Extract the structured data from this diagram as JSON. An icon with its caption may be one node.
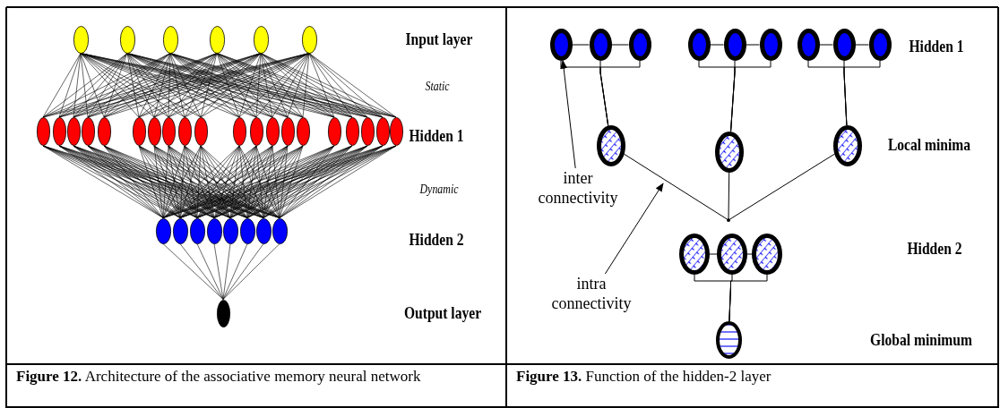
{
  "diagram": {
    "nodes": [
      {
        "text": [],
        "shape": "circle"
      },
      {
        "text": [],
        "shape": "circle"
      },
      {
        "text": [],
        "shape": "circle"
      },
      {
        "text": [],
        "shape": "circle"
      },
      {
        "text": [],
        "shape": "circle"
      },
      {
        "text": [],
        "shape": "circle"
      },
      {
        "text": [],
        "shape": "circle"
      },
      {
        "text": [],
        "shape": "circle"
      },
      {
        "text": [],
        "shape": "circle"
      },
      {
        "text": [],
        "shape": "circle"
      },
      {
        "text": [],
        "shape": "circle"
      },
      {
        "text": [],
        "shape": "circle"
      },
      {
        "text": [],
        "shape": "circle"
      },
      {
        "text": [],
        "shape": "circle"
      },
      {
        "text": [],
        "shape": "circle"
      },
      {
        "text": [],
        "shape": "circle"
      },
      {
        "text": [],
        "shape": "circle"
      },
      {
        "text": [],
        "shape": "circle"
      },
      {
        "text": [],
        "shape": "circle"
      },
      {
        "text": [],
        "shape": "circle"
      },
      {
        "text": [],
        "shape": "circle"
      },
      {
        "text": [],
        "shape": "circle"
      },
      {
        "text": [],
        "shape": "circle"
      },
      {
        "text": [],
        "shape": "circle"
      },
      {
        "text": [],
        "shape": "circle"
      },
      {
        "text": [],
        "shape": "circle"
      },
      {
        "text": [],
        "shape": "circle"
      },
      {
        "text": [],
        "shape": "circle"
      },
      {
        "text": [],
        "shape": "circle"
      },
      {
        "text": [],
        "shape": "circle"
      },
      {
        "text": [],
        "shape": "circle"
      },
      {
        "text": [],
        "shape": "circle"
      },
      {
        "text": [],
        "shape": "circle"
      },
      {
        "text": [],
        "shape": "circle"
      },
      {
        "text": [],
        "shape": "circle"
      },
      {
        "text": [],
        "shape": "circle"
      },
      {
        "text": [],
        "shape": "circle"
      },
      {
        "text": [],
        "shape": "circle"
      },
      {
        "text": [],
        "shape": "circle"
      },
      {
        "text": [],
        "shape": "circle"
      },
      {
        "text": [],
        "shape": "circle"
      },
      {
        "text": [],
        "shape": "circle"
      },
      {
        "text": [],
        "shape": "circle"
      },
      {
        "text": [],
        "shape": "circle"
      },
      {
        "text": [],
        "shape": "circle"
      },
      {
        "text": [],
        "shape": "circle"
      },
      {
        "text": [],
        "shape": "circle"
      },
      {
        "text": [],
        "shape": "point"
      },
      {
        "text": [
          "inter connectivity"
        ]
      },
      {
        "text": [],
        "shape": "circle"
      },
      {
        "text": [],
        "shape": "circle"
      },
      {
        "text": [],
        "shape": "circle"
      },
      {
        "text": [
          "intra connectivity"
        ]
      },
      {
        "text": [],
        "shape": "circle"
      }
    ],
    "edges": [
      {
        "from": 0,
        "to": 6,
        "arrow": "none"
      },
      {
        "from": 0,
        "to": 7,
        "arrow": "none"
      },
      {
        "from": 0,
        "to": 8,
        "arrow": "none"
      },
      {
        "from": 0,
        "to": 9,
        "arrow": "none"
      },
      {
        "from": 0,
        "to": 10,
        "arrow": "none"
      },
      {
        "from": 0,
        "to": 11,
        "arrow": "none"
      },
      {
        "from": 0,
        "to": 12,
        "arrow": "none"
      },
      {
        "from": 0,
        "to": 13,
        "arrow": "none"
      },
      {
        "from": 0,
        "to": 14,
        "arrow": "none"
      },
      {
        "from": 0,
        "to": 15,
        "arrow": "none"
      },
      {
        "from": 0,
        "to": 16,
        "arrow": "none"
      },
      {
        "from": 0,
        "to": 17,
        "arrow": "none"
      },
      {
        "from": 0,
        "to": 18,
        "arrow": "none"
      },
      {
        "from": 0,
        "to": 19,
        "arrow": "none"
      },
      {
        "from": 0,
        "to": 20,
        "arrow": "none"
      },
      {
        "from": 0,
        "to": 21,
        "arrow": "none"
      },
      {
        "from": 0,
        "to": 22,
        "arrow": "none"
      },
      {
        "from": 0,
        "to": 23,
        "arrow": "none"
      },
      {
        "from": 0,
        "to": 24,
        "arrow": "none"
      },
      {
        "from": 0,
        "to": 25,
        "arrow": "none"
      },
      {
        "from": 1,
        "to": 6,
        "arrow": "none"
      },
      {
        "from": 1,
        "to": 7,
        "arrow": "none"
      },
      {
        "from": 1,
        "to": 8,
        "arrow": "none"
      },
      {
        "from": 1,
        "to": 9,
        "arrow": "none"
      },
      {
        "from": 1,
        "to": 10,
        "arrow": "none"
      },
      {
        "from": 1,
        "to": 11,
        "arrow": "none"
      },
      {
        "from": 1,
        "to": 12,
        "arrow": "none"
      },
      {
        "from": 1,
        "to": 13,
        "arrow": "none"
      },
      {
        "from": 1,
        "to": 14,
        "arrow": "none"
      },
      {
        "from": 1,
        "to": 15,
        "arrow": "none"
      },
      {
        "from": 1,
        "to": 16,
        "arrow": "none"
      },
      {
        "from": 1,
        "to": 17,
        "arrow": "none"
      },
      {
        "from": 1,
        "to": 18,
        "arrow": "none"
      },
      {
        "from": 1,
        "to": 19,
        "arrow": "none"
      },
      {
        "from": 1,
        "to": 20,
        "arrow": "none"
      },
      {
        "from": 1,
        "to": 21,
        "arrow": "none"
      },
      {
        "from": 1,
        "to": 22,
        "arrow": "none"
      },
      {
        "from": 1,
        "to": 23,
        "arrow": "none"
      },
      {
        "from": 1,
        "to": 24,
        "arrow": "none"
      },
      {
        "from": 1,
        "to": 25,
        "arrow": "none"
      },
      {
        "from": 2,
        "to": 6,
        "arrow": "none"
      },
      {
        "from": 2,
        "to": 7,
        "arrow": "none"
      },
      {
        "from": 2,
        "to": 8,
        "arrow": "none"
      },
      {
        "from": 2,
        "to": 9,
        "arrow": "none"
      },
      {
        "from": 2,
        "to": 10,
        "arrow": "none"
      },
      {
        "from": 2,
        "to": 11,
        "arrow": "none"
      },
      {
        "from": 2,
        "to": 12,
        "arrow": "none"
      },
      {
        "from": 2,
        "to": 13,
        "arrow": "none"
      },
      {
        "from": 2,
        "to": 14,
        "arrow": "none"
      },
      {
        "from": 2,
        "to": 15,
        "arrow": "none"
      },
      {
        "from": 2,
        "to": 16,
        "arrow": "none"
      },
      {
        "from": 2,
        "to": 17,
        "arrow": "none"
      },
      {
        "from": 2,
        "to": 18,
        "arrow": "none"
      },
      {
        "from": 2,
        "to": 19,
        "arrow": "none"
      },
      {
        "from": 2,
        "to": 20,
        "arrow": "none"
      },
      {
        "from": 2,
        "to": 21,
        "arrow": "none"
      },
      {
        "from": 2,
        "to": 22,
        "arrow": "none"
      },
      {
        "from": 2,
        "to": 23,
        "arrow": "none"
      },
      {
        "from": 2,
        "to": 24,
        "arrow": "none"
      },
      {
        "from": 2,
        "to": 25,
        "arrow": "none"
      },
      {
        "from": 3,
        "to": 6,
        "arrow": "none"
      },
      {
        "from": 3,
        "to": 7,
        "arrow": "none"
      },
      {
        "from": 3,
        "to": 8,
        "arrow": "none"
      },
      {
        "from": 3,
        "to": 9,
        "arrow": "none"
      },
      {
        "from": 3,
        "to": 10,
        "arrow": "none"
      },
      {
        "from": 3,
        "to": 11,
        "arrow": "none"
      },
      {
        "from": 3,
        "to": 12,
        "arrow": "none"
      },
      {
        "from": 3,
        "to": 13,
        "arrow": "none"
      },
      {
        "from": 3,
        "to": 14,
        "arrow": "none"
      },
      {
        "from": 3,
        "to": 15,
        "arrow": "none"
      },
      {
        "from": 3,
        "to": 16,
        "arrow": "none"
      },
      {
        "from": 3,
        "to": 17,
        "arrow": "none"
      },
      {
        "from": 3,
        "to": 18,
        "arrow": "none"
      },
      {
        "from": 3,
        "to": 19,
        "arrow": "none"
      },
      {
        "from": 3,
        "to": 20,
        "arrow": "none"
      },
      {
        "from": 3,
        "to": 21,
        "arrow": "none"
      },
      {
        "from": 3,
        "to": 22,
        "arrow": "none"
      },
      {
        "from": 3,
        "to": 23,
        "arrow": "none"
      },
      {
        "from": 3,
        "to": 24,
        "arrow": "none"
      },
      {
        "from": 3,
        "to": 25,
        "arrow": "none"
      },
      {
        "from": 4,
        "to": 6,
        "arrow": "none"
      },
      {
        "from": 4,
        "to": 7,
        "arrow": "none"
      },
      {
        "from": 4,
        "to": 8,
        "arrow": "none"
      },
      {
        "from": 4,
        "to": 9,
        "arrow": "none"
      },
      {
        "from": 4,
        "to": 10,
        "arrow": "none"
      },
      {
        "from": 4,
        "to": 11,
        "arrow": "none"
      },
      {
        "from": 4,
        "to": 12,
        "arrow": "none"
      },
      {
        "from": 4,
        "to": 13,
        "arrow": "none"
      },
      {
        "from": 4,
        "to": 14,
        "arrow": "none"
      },
      {
        "from": 4,
        "to": 15,
        "arrow": "none"
      },
      {
        "from": 4,
        "to": 16,
        "arrow": "none"
      },
      {
        "from": 4,
        "to": 17,
        "arrow": "none"
      },
      {
        "from": 4,
        "to": 18,
        "arrow": "none"
      },
      {
        "from": 4,
        "to": 19,
        "arrow": "none"
      },
      {
        "from": 4,
        "to": 20,
        "arrow": "none"
      },
      {
        "from": 4,
        "to": 21,
        "arrow": "none"
      },
      {
        "from": 4,
        "to": 22,
        "arrow": "none"
      },
      {
        "from": 4,
        "to": 23,
        "arrow": "none"
      },
      {
        "from": 4,
        "to": 24,
        "arrow": "none"
      },
      {
        "from": 4,
        "to": 25,
        "arrow": "none"
      },
      {
        "from": 5,
        "to": 6,
        "arrow": "none"
      },
      {
        "from": 5,
        "to": 7,
        "arrow": "none"
      },
      {
        "from": 5,
        "to": 8,
        "arrow": "none"
      },
      {
        "from": 5,
        "to": 9,
        "arrow": "none"
      },
      {
        "from": 5,
        "to": 10,
        "arrow": "none"
      },
      {
        "from": 5,
        "to": 11,
        "arrow": "none"
      },
      {
        "from": 5,
        "to": 12,
        "arrow": "none"
      },
      {
        "from": 5,
        "to": 13,
        "arrow": "none"
      },
      {
        "from": 5,
        "to": 14,
        "arrow": "none"
      },
      {
        "from": 5,
        "to": 15,
        "arrow": "none"
      },
      {
        "from": 5,
        "to": 16,
        "arrow": "none"
      },
      {
        "from": 5,
        "to": 17,
        "arrow": "none"
      },
      {
        "from": 5,
        "to": 18,
        "arrow": "none"
      },
      {
        "from": 5,
        "to": 19,
        "arrow": "none"
      },
      {
        "from": 5,
        "to": 20,
        "arrow": "none"
      },
      {
        "from": 5,
        "to": 21,
        "arrow": "none"
      },
      {
        "from": 5,
        "to": 22,
        "arrow": "none"
      },
      {
        "from": 5,
        "to": 23,
        "arrow": "none"
      },
      {
        "from": 5,
        "to": 24,
        "arrow": "none"
      },
      {
        "from": 5,
        "to": 25,
        "arrow": "none"
      },
      {
        "from": 6,
        "to": 26,
        "arrow": "none"
      },
      {
        "from": 6,
        "to": 27,
        "arrow": "none"
      },
      {
        "from": 6,
        "to": 28,
        "arrow": "none"
      },
      {
        "from": 6,
        "to": 29,
        "arrow": "none"
      },
      {
        "from": 6,
        "to": 30,
        "arrow": "none"
      },
      {
        "from": 6,
        "to": 31,
        "arrow": "none"
      },
      {
        "from": 6,
        "to": 32,
        "arrow": "none"
      },
      {
        "from": 6,
        "to": 33,
        "arrow": "none"
      },
      {
        "from": 7,
        "to": 26,
        "arrow": "none"
      },
      {
        "from": 7,
        "to": 27,
        "arrow": "none"
      },
      {
        "from": 7,
        "to": 28,
        "arrow": "none"
      },
      {
        "from": 7,
        "to": 29,
        "arrow": "none"
      },
      {
        "from": 7,
        "to": 30,
        "arrow": "none"
      },
      {
        "from": 7,
        "to": 31,
        "arrow": "none"
      },
      {
        "from": 7,
        "to": 32,
        "arrow": "none"
      },
      {
        "from": 7,
        "to": 33,
        "arrow": "none"
      },
      {
        "from": 8,
        "to": 26,
        "arrow": "none"
      },
      {
        "from": 8,
        "to": 27,
        "arrow": "none"
      },
      {
        "from": 8,
        "to": 28,
        "arrow": "none"
      },
      {
        "from": 8,
        "to": 29,
        "arrow": "none"
      },
      {
        "from": 8,
        "to": 30,
        "arrow": "none"
      },
      {
        "from": 8,
        "to": 31,
        "arrow": "none"
      },
      {
        "from": 8,
        "to": 32,
        "arrow": "none"
      },
      {
        "from": 8,
        "to": 33,
        "arrow": "none"
      },
      {
        "from": 9,
        "to": 26,
        "arrow": "none"
      },
      {
        "from": 9,
        "to": 27,
        "arrow": "none"
      },
      {
        "from": 9,
        "to": 28,
        "arrow": "none"
      },
      {
        "from": 9,
        "to": 29,
        "arrow": "none"
      },
      {
        "from": 9,
        "to": 30,
        "arrow": "none"
      },
      {
        "from": 9,
        "to": 31,
        "arrow": "none"
      },
      {
        "from": 9,
        "to": 32,
        "arrow": "none"
      },
      {
        "from": 9,
        "to": 33,
        "arrow": "none"
      },
      {
        "from": 10,
        "to": 26,
        "arrow": "none"
      },
      {
        "from": 10,
        "to": 27,
        "arrow": "none"
      },
      {
        "from": 10,
        "to": 28,
        "arrow": "none"
      },
      {
        "from": 10,
        "to": 29,
        "arrow": "none"
      },
      {
        "from": 10,
        "to": 30,
        "arrow": "none"
      },
      {
        "from": 10,
        "to": 31,
        "arrow": "none"
      },
      {
        "from": 10,
        "to": 32,
        "arrow": "none"
      },
      {
        "from": 10,
        "to": 33,
        "arrow": "none"
      },
      {
        "from": 11,
        "to": 26,
        "arrow": "none"
      },
      {
        "from": 11,
        "to": 27,
        "arrow": "none"
      },
      {
        "from": 11,
        "to": 28,
        "arrow": "none"
      },
      {
        "from": 11,
        "to": 29,
        "arrow": "none"
      },
      {
        "from": 11,
        "to": 30,
        "arrow": "none"
      },
      {
        "from": 11,
        "to": 31,
        "arrow": "none"
      },
      {
        "from": 11,
        "to": 32,
        "arrow": "none"
      },
      {
        "from": 11,
        "to": 33,
        "arrow": "none"
      },
      {
        "from": 12,
        "to": 26,
        "arrow": "none"
      },
      {
        "from": 12,
        "to": 27,
        "arrow": "none"
      },
      {
        "from": 12,
        "to": 28,
        "arrow": "none"
      },
      {
        "from": 12,
        "to": 29,
        "arrow": "none"
      },
      {
        "from": 12,
        "to": 30,
        "arrow": "none"
      },
      {
        "from": 12,
        "to": 31,
        "arrow": "none"
      },
      {
        "from": 12,
        "to": 32,
        "arrow": "none"
      },
      {
        "from": 12,
        "to": 33,
        "arrow": "none"
      },
      {
        "from": 13,
        "to": 26,
        "arrow": "none"
      },
      {
        "from": 13,
        "to": 27,
        "arrow": "none"
      },
      {
        "from": 13,
        "to": 28,
        "arrow": "none"
      },
      {
        "from": 13,
        "to": 29,
        "arrow": "none"
      },
      {
        "from": 13,
        "to": 30,
        "arrow": "none"
      },
      {
        "from": 13,
        "to": 31,
        "arrow": "none"
      },
      {
        "from": 13,
        "to": 32,
        "arrow": "none"
      },
      {
        "from": 13,
        "to": 33,
        "arrow": "none"
      },
      {
        "from": 14,
        "to": 26,
        "arrow": "none"
      },
      {
        "from": 14,
        "to": 27,
        "arrow": "none"
      },
      {
        "from": 14,
        "to": 28,
        "arrow": "none"
      },
      {
        "from": 14,
        "to": 29,
        "arrow": "none"
      },
      {
        "from": 14,
        "to": 30,
        "arrow": "none"
      },
      {
        "from": 14,
        "to": 31,
        "arrow": "none"
      },
      {
        "from": 14,
        "to": 32,
        "arrow": "none"
      },
      {
        "from": 14,
        "to": 33,
        "arrow": "none"
      },
      {
        "from": 15,
        "to": 26,
        "arrow": "none"
      },
      {
        "from": 15,
        "to": 27,
        "arrow": "none"
      },
      {
        "from": 15,
        "to": 28,
        "arrow": "none"
      },
      {
        "from": 15,
        "to": 29,
        "arrow": "none"
      },
      {
        "from": 15,
        "to": 30,
        "arrow": "none"
      },
      {
        "from": 15,
        "to": 31,
        "arrow": "none"
      },
      {
        "from": 15,
        "to": 32,
        "arrow": "none"
      },
      {
        "from": 15,
        "to": 33,
        "arrow": "none"
      },
      {
        "from": 16,
        "to": 26,
        "arrow": "none"
      },
      {
        "from": 16,
        "to": 27,
        "arrow": "none"
      },
      {
        "from": 16,
        "to": 28,
        "arrow": "none"
      },
      {
        "from": 16,
        "to": 29,
        "arrow": "none"
      },
      {
        "from": 16,
        "to": 30,
        "arrow": "none"
      },
      {
        "from": 16,
        "to": 31,
        "arrow": "none"
      },
      {
        "from": 16,
        "to": 32,
        "arrow": "none"
      },
      {
        "from": 16,
        "to": 33,
        "arrow": "none"
      },
      {
        "from": 17,
        "to": 26,
        "arrow": "none"
      },
      {
        "from": 17,
        "to": 27,
        "arrow": "none"
      },
      {
        "from": 17,
        "to": 28,
        "arrow": "none"
      },
      {
        "from": 17,
        "to": 29,
        "arrow": "none"
      },
      {
        "from": 17,
        "to": 30,
        "arrow": "none"
      },
      {
        "from": 17,
        "to": 31,
        "arrow": "none"
      },
      {
        "from": 17,
        "to": 32,
        "arrow": "none"
      },
      {
        "from": 17,
        "to": 33,
        "arrow": "none"
      },
      {
        "from": 18,
        "to": 26,
        "arrow": "none"
      },
      {
        "from": 18,
        "to": 27,
        "arrow": "none"
      },
      {
        "from": 18,
        "to": 28,
        "arrow": "none"
      },
      {
        "from": 18,
        "to": 29,
        "arrow": "none"
      },
      {
        "from": 18,
        "to": 30,
        "arrow": "none"
      },
      {
        "from": 18,
        "to": 31,
        "arrow": "none"
      },
      {
        "from": 18,
        "to": 32,
        "arrow": "none"
      },
      {
        "from": 18,
        "to": 33,
        "arrow": "none"
      },
      {
        "from": 19,
        "to": 26,
        "arrow": "none"
      },
      {
        "from": 19,
        "to": 27,
        "arrow": "none"
      },
      {
        "from": 19,
        "to": 28,
        "arrow": "none"
      },
      {
        "from": 19,
        "to": 29,
        "arrow": "none"
      },
      {
        "from": 19,
        "to": 30,
        "arrow": "none"
      },
      {
        "from": 19,
        "to": 31,
        "arrow": "none"
      },
      {
        "from": 19,
        "to": 32,
        "arrow": "none"
      },
      {
        "from": 19,
        "to": 33,
        "arrow": "none"
      },
      {
        "from": 20,
        "to": 26,
        "arrow": "none"
      },
      {
        "from": 20,
        "to": 27,
        "arrow": "none"
      },
      {
        "from": 20,
        "to": 28,
        "arrow": "none"
      },
      {
        "from": 20,
        "to": 29,
        "arrow": "none"
      },
      {
        "from": 20,
        "to": 30,
        "arrow": "none"
      },
      {
        "from": 20,
        "to": 31,
        "arrow": "none"
      },
      {
        "from": 20,
        "to": 32,
        "arrow": "none"
      },
      {
        "from": 20,
        "to": 33,
        "arrow": "none"
      },
      {
        "from": 21,
        "to": 26,
        "arrow": "none"
      },
      {
        "from": 21,
        "to": 27,
        "arrow": "none"
      },
      {
        "from": 21,
        "to": 28,
        "arrow": "none"
      },
      {
        "from": 21,
        "to": 29,
        "arrow": "none"
      },
      {
        "from": 21,
        "to": 30,
        "arrow": "none"
      },
      {
        "from": 21,
        "to": 31,
        "arrow": "none"
      },
      {
        "from": 21,
        "to": 32,
        "arrow": "none"
      },
      {
        "from": 21,
        "to": 33,
        "arrow": "none"
      },
      {
        "from": 22,
        "to": 26,
        "arrow": "none"
      },
      {
        "from": 22,
        "to": 27,
        "arrow": "none"
      },
      {
        "from": 22,
        "to": 28,
        "arrow": "none"
      },
      {
        "from": 22,
        "to": 29,
        "arrow": "none"
      },
      {
        "from": 22,
        "to": 30,
        "arrow": "none"
      },
      {
        "from": 22,
        "to": 31,
        "arrow": "none"
      },
      {
        "from": 22,
        "to": 32,
        "arrow": "none"
      },
      {
        "from": 22,
        "to": 33,
        "arrow": "none"
      },
      {
        "from": 23,
        "to": 26,
        "arrow": "none"
      },
      {
        "from": 23,
        "to": 27,
        "arrow": "none"
      },
      {
        "from": 23,
        "to": 28,
        "arrow": "none"
      },
      {
        "from": 23,
        "to": 29,
        "arrow": "none"
      },
      {
        "from": 23,
        "to": 30,
        "arrow": "none"
      },
      {
        "from": 23,
        "to": 31,
        "arrow": "none"
      },
      {
        "from": 23,
        "to": 32,
        "arrow": "none"
      },
      {
        "from": 23,
        "to": 33,
        "arrow": "none"
      },
      {
        "from": 24,
        "to": 26,
        "arrow": "none"
      },
      {
        "from": 24,
        "to": 27,
        "arrow": "none"
      },
      {
        "from": 24,
        "to": 28,
        "arrow": "none"
      },
      {
        "from": 24,
        "to": 29,
        "arrow": "none"
      },
      {
        "from": 24,
        "to": 30,
        "arrow": "none"
      },
      {
        "from": 24,
        "to": 31,
        "arrow": "none"
      },
      {
        "from": 24,
        "to": 32,
        "arrow": "none"
      },
      {
        "from": 24,
        "to": 33,
        "arrow": "none"
      },
      {
        "from": 25,
        "to": 26,
        "arrow": "none"
      },
      {
        "from": 25,
        "to": 27,
        "arrow": "none"
      },
      {
        "from": 25,
        "to": 28,
        "arrow": "none"
      },
      {
        "from": 25,
        "to": 29,
        "arrow": "none"
      },
      {
        "from": 25,
        "to": 30,
        "arrow": "none"
      },
      {
        "from": 25,
        "to": 31,
        "arrow": "none"
      },
      {
        "from": 25,
        "to": 32,
        "arrow": "none"
      },
      {
        "from": 25,
        "to": 33,
        "arrow": "none"
      },
      {
        "from": 26,
        "to": 34,
        "arrow": "none"
      },
      {
        "from": 27,
        "to": 34,
        "arrow": "none"
      },
      {
        "from": 28,
        "to": 34,
        "arrow": "none"
      },
      {
        "from": 29,
        "to": 34,
        "arrow": "none"
      },
      {
        "from": 30,
        "to": 34,
        "arrow": "none"
      },
      {
        "from": 31,
        "to": 34,
        "arrow": "none"
      },
      {
        "from": 32,
        "to": 34,
        "arrow": "none"
      },
      {
        "from": 33,
        "to": 34,
        "arrow": "none"
      },
      {
        "from": 35,
        "to": 36,
        "arrow": "none"
      },
      {
        "from": 36,
        "to": 37,
        "arrow": "none"
      },
      {
        "from": 38,
        "to": 39,
        "arrow": "none"
      },
      {
        "from": 39,
        "to": 40,
        "arrow": "none"
      },
      {
        "from": 41,
        "to": 42,
        "arrow": "none"
      },
      {
        "from": 42,
        "to": 43,
        "arrow": "none"
      },
      {
        "from": 35,
        "to": 44,
        "arrow": "none"
      },
      {
        "from": 36,
        "to": 44,
        "arrow": "none"
      },
      {
        "from": 37,
        "to": 44,
        "arrow": "none"
      },
      {
        "from": 38,
        "to": 45,
        "arrow": "none"
      },
      {
        "from": 39,
        "to": 45,
        "arrow": "none"
      },
      {
        "from": 40,
        "to": 45,
        "arrow": "none"
      },
      {
        "from": 41,
        "to": 46,
        "arrow": "none"
      },
      {
        "from": 42,
        "to": 46,
        "arrow": "none"
      },
      {
        "from": 43,
        "to": 46,
        "arrow": "none"
      },
      {
        "from": 44,
        "to": 47,
        "arrow": "none"
      },
      {
        "from": 45,
        "to": 47,
        "arrow": "none"
      },
      {
        "from": 46,
        "to": 47,
        "arrow": "none"
      },
      {
        "from": 49,
        "to": 50,
        "arrow": "none"
      },
      {
        "from": 50,
        "to": 51,
        "arrow": "none"
      },
      {
        "from": 49,
        "to": 53,
        "arrow": "none"
      },
      {
        "from": 50,
        "to": 53,
        "arrow": "none"
      },
      {
        "from": 51,
        "to": 53,
        "arrow": "none"
      },
      {
        "from": 48,
        "to": 35,
        "arrow": "to"
      },
      {
        "from": 52,
        "to": null,
        "arrow": "to"
      }
    ],
    "labels": [
      "Input layer",
      "Static",
      "Hidden 1",
      "Dynamic",
      "Hidden 2",
      "Output layer",
      "Hidden 1",
      "Local minima",
      "Hidden 2",
      "Global minimum",
      "**Figure 12.** Architecture of the associative memory neural network",
      "**Figure 13.** Function of the hidden-2 layer"
    ]
  }
}
